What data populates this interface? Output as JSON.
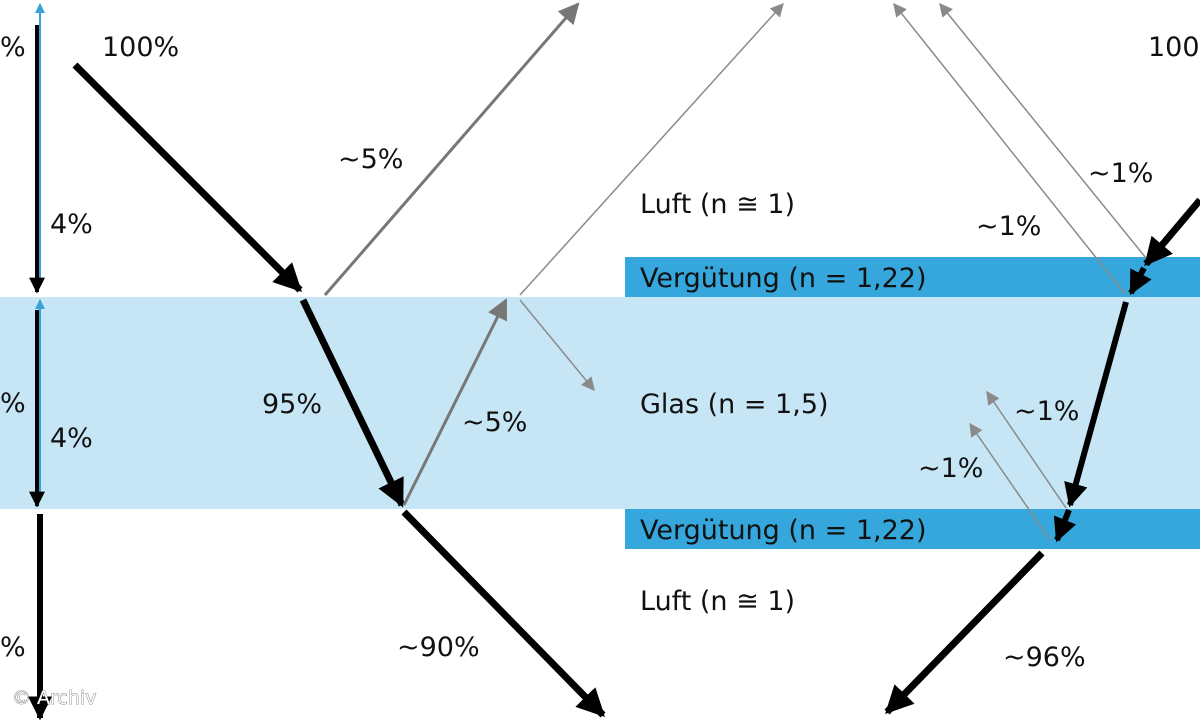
{
  "layers": {
    "air_top": "Luft (n ≅ 1)",
    "coating_top": "Vergütung (n = 1,22)",
    "glass": "Glas (n = 1,5)",
    "coating_bottom": "Vergütung (n = 1,22)",
    "air_bottom": "Luft (n ≅ 1)"
  },
  "left_beam": {
    "incident": "100%",
    "reflected_top": "4%",
    "reflected_bottom": "4%",
    "left_cut_top": "%",
    "left_cut_mid": "%",
    "left_cut_bottom": "%"
  },
  "uncoated_beam": {
    "reflected_first": "~5%",
    "transmitted_glass": "95%",
    "reflected_second": "~5%",
    "transmitted_out": "~90%"
  },
  "coated_beam": {
    "incident": "100",
    "reflect_a": "~1%",
    "reflect_b": "~1%",
    "reflect_c": "~1%",
    "reflect_d": "~1%",
    "transmitted_out": "~96%"
  },
  "credit": "© Archiv",
  "colors": {
    "glass": "#c6e6f6",
    "coating": "#35a7dc",
    "strong_beam": "#000000",
    "weak_beam": "#777777",
    "accent_arrow": "#3aa0d8"
  }
}
